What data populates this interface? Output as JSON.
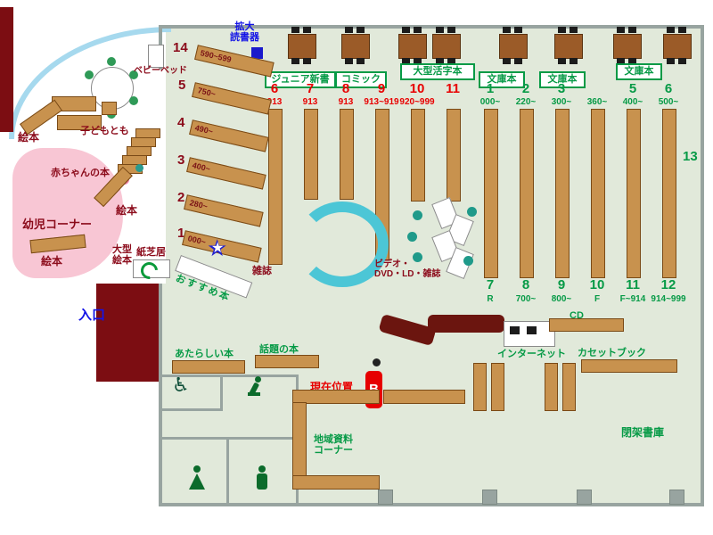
{
  "entrance": "入口",
  "icons": {
    "wheelchair": "♿",
    "star": "★"
  },
  "children": {
    "ehon_top": "絵本",
    "ehon_mid": "絵本",
    "ehon_bottom": "絵本",
    "oogata1": "大型",
    "oogata2": "絵本",
    "kamishibai": "紙芝居",
    "youji": "幼児コーナー",
    "akachan": "赤ちゃんの本",
    "kodomotomo": "子どもとも",
    "babybed": "ベビーベッド"
  },
  "reader": {
    "line1": "拡大",
    "line2": "読書器"
  },
  "diagonal_shelves": [
    {
      "num": "14",
      "range": "590~599"
    },
    {
      "num": "5",
      "range": "750~"
    },
    {
      "num": "4",
      "range": "490~"
    },
    {
      "num": "3",
      "range": "400~"
    },
    {
      "num": "2",
      "range": "280~"
    },
    {
      "num": "1",
      "range": "000~"
    }
  ],
  "genre_boxes": [
    "ジュニア新書",
    "コミック",
    "大型活字本",
    "文庫本",
    "文庫本",
    "文庫本"
  ],
  "red_columns": [
    {
      "num": "6",
      "range": "913"
    },
    {
      "num": "7",
      "range": "913"
    },
    {
      "num": "8",
      "range": "913"
    },
    {
      "num": "9",
      "range": "913~919"
    },
    {
      "num": "10",
      "range": "920~999"
    },
    {
      "num": "11",
      "range": ""
    }
  ],
  "green_top_columns": [
    {
      "num": "1",
      "range": "000~"
    },
    {
      "num": "2",
      "range": "220~"
    },
    {
      "num": "3",
      "range": "300~"
    },
    {
      "num": "",
      "range": "360~"
    },
    {
      "num": "5",
      "range": "400~"
    },
    {
      "num": "6",
      "range": "500~"
    }
  ],
  "green_bottom_columns": [
    {
      "num": "7",
      "range": "R"
    },
    {
      "num": "8",
      "range": "700~"
    },
    {
      "num": "9",
      "range": "800~"
    },
    {
      "num": "10",
      "range": "F"
    },
    {
      "num": "11",
      "range": "F~914"
    },
    {
      "num": "12",
      "range": "914~999"
    }
  ],
  "right_num": "13",
  "center": {
    "zasshi": "雑誌",
    "video1": "ビデオ・",
    "video2": "DVD・LD・雑誌",
    "osusume": "おすすめ本"
  },
  "south": {
    "atarashii": "あたらしい本",
    "wadai": "話題の本",
    "genzai": "現在位置",
    "marker": "B",
    "internet": "インターネット",
    "cd": "CD",
    "cassette": "カセットブック",
    "chiiki1": "地域資料",
    "chiiki2": "コーナー",
    "heika": "閉架書庫"
  }
}
